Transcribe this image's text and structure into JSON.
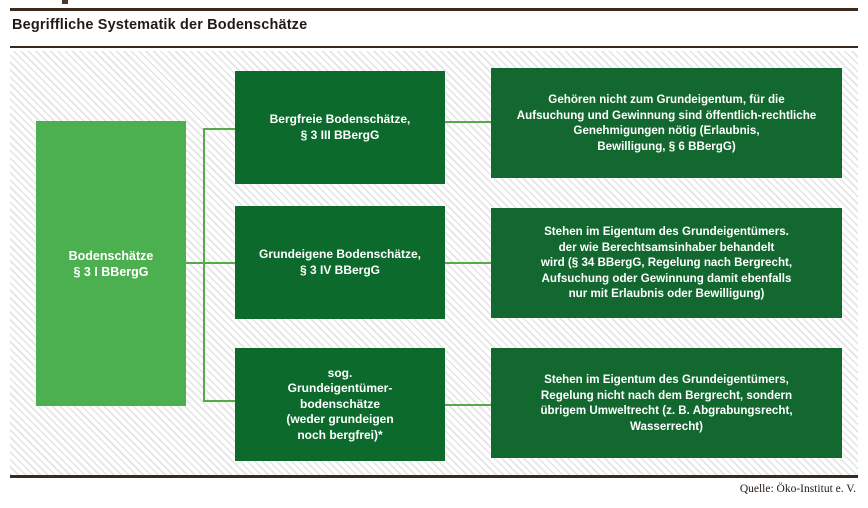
{
  "header": {
    "title": "Begriffliche Systematik der Bodenschätze"
  },
  "diagram": {
    "root": {
      "label": "Bodenschätze\n§ 3 I BBergG",
      "line1": "Bodenschätze",
      "line2": "§ 3 I BBergG",
      "color": "#4caf50"
    },
    "categories": [
      {
        "id": "bergfrei",
        "line1": "Bergfreie Bodenschätze,",
        "line2": "§ 3 III BBergG",
        "color": "#0c6b2c",
        "description": {
          "line1": "Gehören nicht zum Grundeigentum, für die",
          "line2": "Aufsuchung und Gewinnung sind öffentlich-rechtliche",
          "line3": "Genehmigungen nötig (Erlaubnis,",
          "line4": "Bewilligung, § 6 BBergG)",
          "color": "#13682f"
        }
      },
      {
        "id": "grundeigen",
        "line1": "Grundeigene Bodenschätze,",
        "line2": "§ 3 IV BBergG",
        "color": "#0c6b2c",
        "description": {
          "line1": "Stehen im Eigentum des Grundeigentümers.",
          "line2": "der wie Berechtsamsinhaber behandelt",
          "line3": "wird (§ 34 BBergG, Regelung nach Bergrecht,",
          "line4": "Aufsuchung oder Gewinnung damit ebenfalls",
          "line5": "nur mit Erlaubnis oder Bewilligung)",
          "color": "#13682f"
        }
      },
      {
        "id": "grundeigentuemer",
        "line1": "sog.",
        "line2": "Grundeigentümer-",
        "line3": "bodenschätze",
        "line4": "(weder grundeigen",
        "line5": "noch bergfrei)*",
        "color": "#0c6b2c",
        "description": {
          "line1": "Stehen im Eigentum des Grundeigentümers,",
          "line2": "Regelung nicht nach dem Bergrecht, sondern",
          "line3": "übrigem Umweltrecht (z. B. Abgrabungsrecht,",
          "line4": "Wasserrecht)",
          "color": "#13682f"
        }
      }
    ],
    "connector_color": "#58a84c"
  },
  "footer": {
    "source": "Quelle: Öko-Institut e. V."
  }
}
